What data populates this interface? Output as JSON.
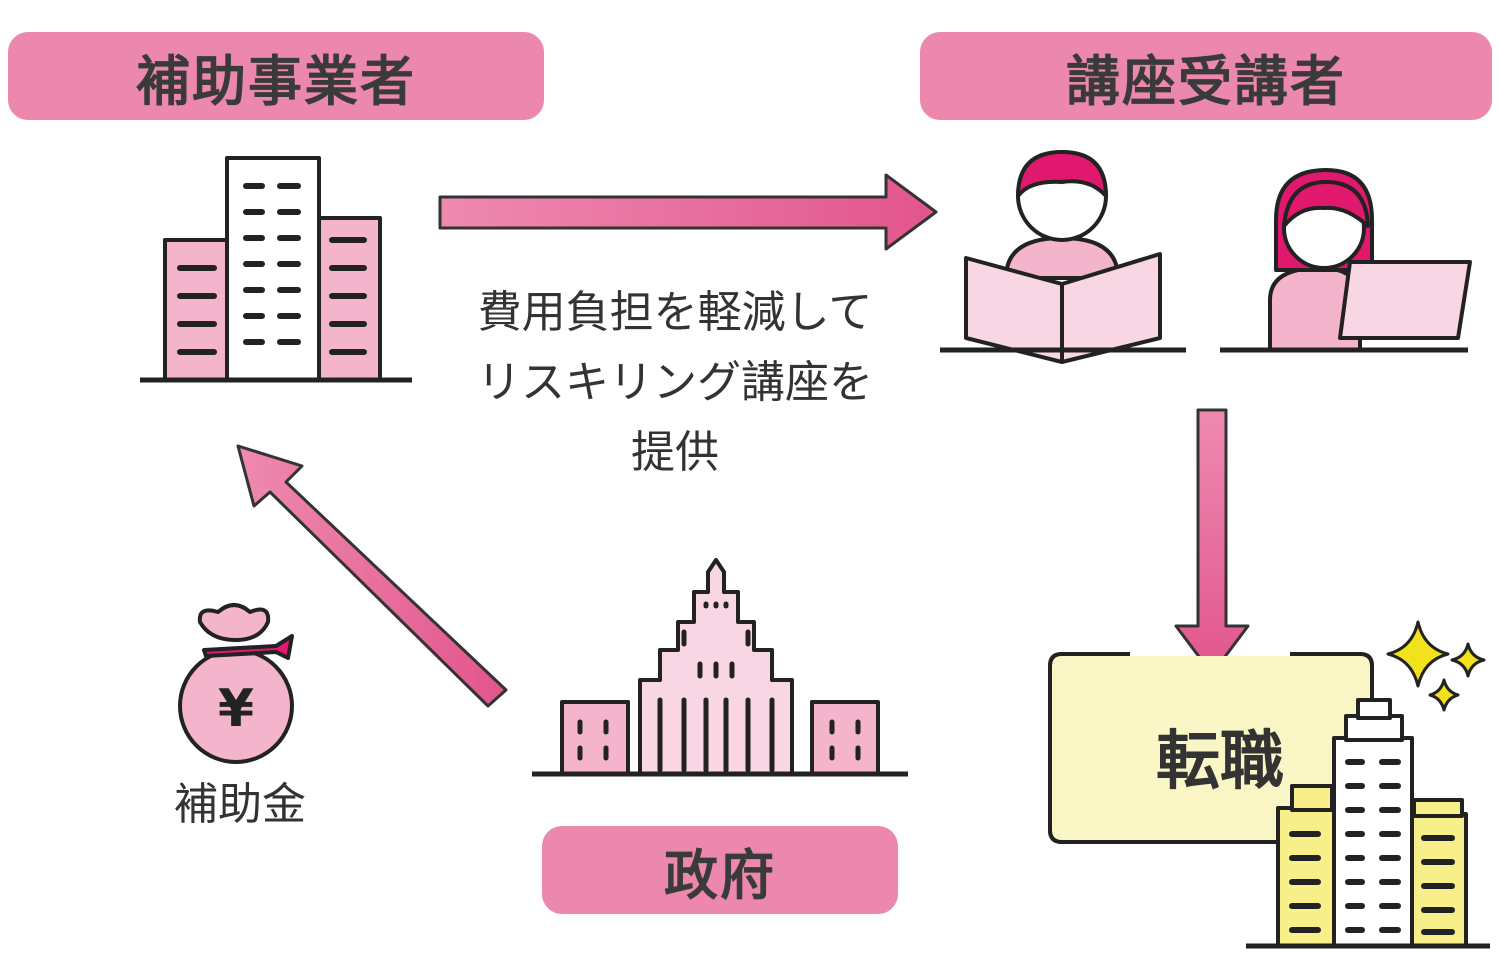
{
  "labels": {
    "subsidy_provider": "補助事業者",
    "course_students": "講座受講者",
    "government": "政府"
  },
  "description": {
    "line1": "費用負担を軽減して",
    "line2": "リスキリング講座を",
    "line3": "提供"
  },
  "money": {
    "symbol": "¥",
    "label": "補助金"
  },
  "job_change": "転職",
  "colors": {
    "label_bg": "#ec87ae",
    "arrow": "#e2558d",
    "building_pink": "#f3b4cc",
    "light_pink": "#f9d6e4",
    "hair": "#e0196f",
    "card_yellow": "#fbf6c5",
    "building_yellow": "#f7ef8a",
    "sparkle": "#f2e21c"
  }
}
